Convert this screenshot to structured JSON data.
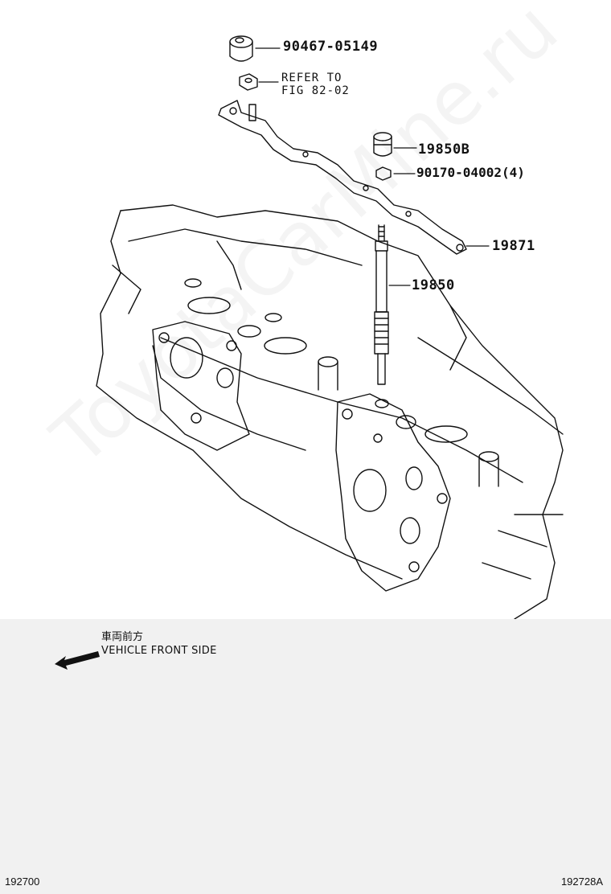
{
  "callouts": {
    "nut_cap": "90467-05149",
    "refer_line1": "REFER TO",
    "refer_line2": "FIG 82-02",
    "connector": "19850B",
    "nut_qty": "90170-04002(4)",
    "bus_bar": "19871",
    "glow_plug": "19850"
  },
  "orientation": {
    "label_jp": "車両前方",
    "label_en": "VEHICLE FRONT SIDE"
  },
  "footer": {
    "left_code": "192700",
    "right_code": "192728A"
  },
  "watermark": "ToyotaCarMine.ru",
  "colors": {
    "diagram_bg": "#ffffff",
    "lower_bg": "#f1f1f1",
    "ink": "#111111"
  }
}
